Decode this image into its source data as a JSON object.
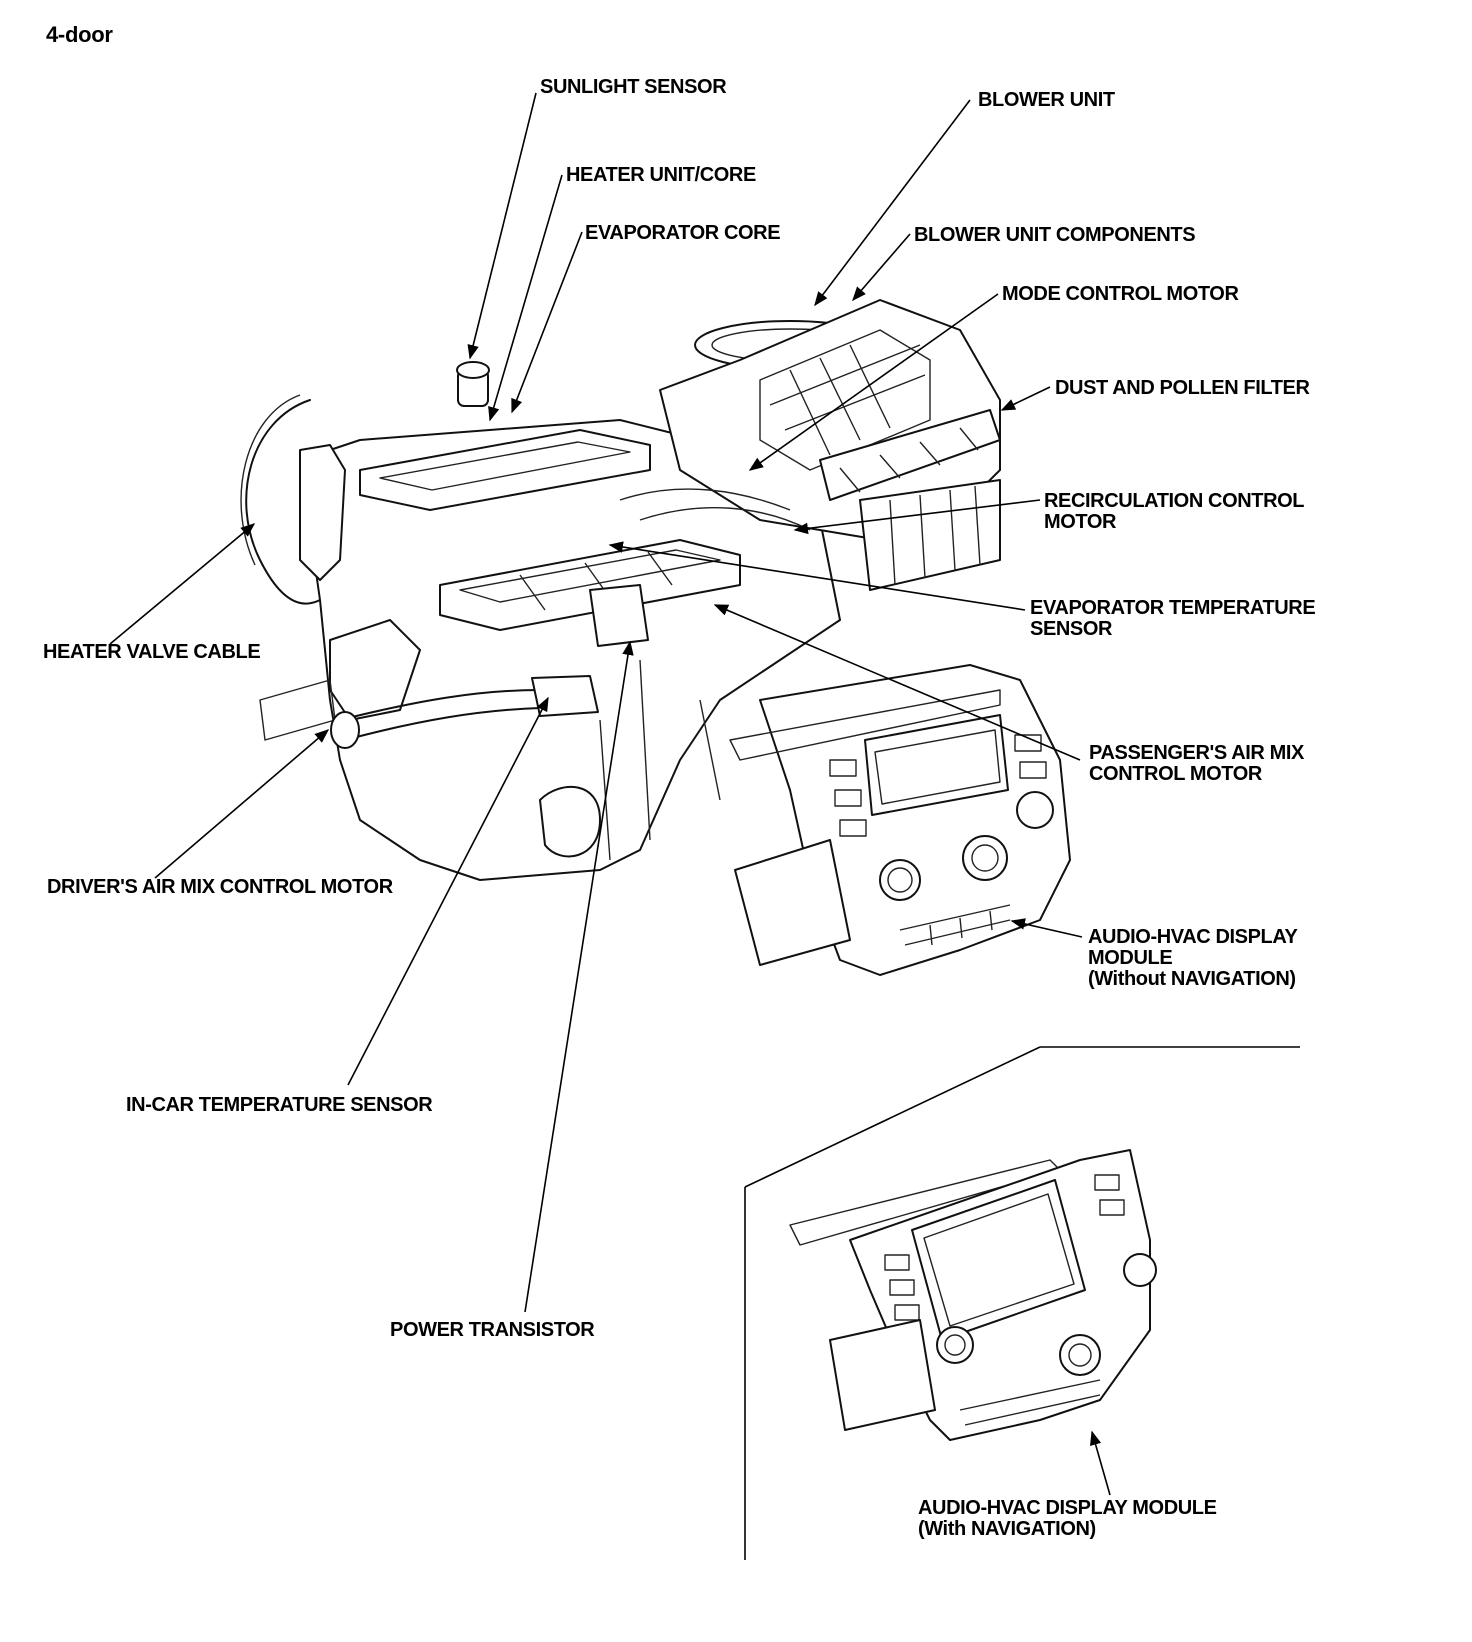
{
  "title": "4-door",
  "labels": {
    "sunlight_sensor": [
      "SUNLIGHT SENSOR"
    ],
    "heater_unit_core": [
      "HEATER UNIT/CORE"
    ],
    "evaporator_core": [
      "EVAPORATOR CORE"
    ],
    "blower_unit": [
      "BLOWER UNIT"
    ],
    "blower_unit_components": [
      "BLOWER UNIT COMPONENTS"
    ],
    "mode_control_motor": [
      "MODE CONTROL MOTOR"
    ],
    "dust_pollen_filter": [
      "DUST AND POLLEN FILTER"
    ],
    "recirculation_control_motor": [
      "RECIRCULATION CONTROL",
      "MOTOR"
    ],
    "evaporator_temperature_sensor": [
      "EVAPORATOR TEMPERATURE",
      "SENSOR"
    ],
    "heater_valve_cable": [
      "HEATER VALVE CABLE"
    ],
    "passengers_air_mix": [
      "PASSENGER'S AIR MIX",
      "CONTROL MOTOR"
    ],
    "drivers_air_mix": [
      "DRIVER'S AIR MIX CONTROL MOTOR"
    ],
    "audio_hvac_without_nav": [
      "AUDIO-HVAC DISPLAY",
      "MODULE",
      "(Without NAVIGATION)"
    ],
    "in_car_temperature_sensor": [
      "IN-CAR TEMPERATURE SENSOR"
    ],
    "power_transistor": [
      "POWER TRANSISTOR"
    ],
    "audio_hvac_with_nav": [
      "AUDIO-HVAC DISPLAY MODULE",
      "(With NAVIGATION)"
    ]
  }
}
